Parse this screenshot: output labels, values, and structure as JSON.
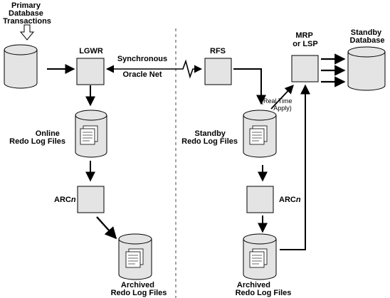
{
  "labels": {
    "primary_transactions": [
      "Primary",
      "Database",
      "Transactions"
    ],
    "lgwr": "LGWR",
    "synchronous": "Synchronous",
    "oracle_net": "Oracle Net",
    "rfs": "RFS",
    "mrp_lsp": [
      "MRP",
      "or LSP"
    ],
    "standby_database": [
      "Standby",
      "Database"
    ],
    "online_redo": [
      "Online",
      "Redo Log Files"
    ],
    "standby_redo": [
      "Standby",
      "Redo Log Files"
    ],
    "real_time_apply": [
      "(Real Time",
      "Apply)"
    ],
    "arcn_prefix": "ARC",
    "arcn_suffix": "n",
    "archived_redo": [
      "Archived",
      "Redo Log Files"
    ]
  },
  "colors": {
    "shape_fill": "#e4e4e4",
    "page_fill": "#ffffff",
    "stroke": "#000000",
    "divider": "#8a8a8a"
  },
  "icons": {
    "database": "database-cylinder-icon",
    "process": "process-box-icon",
    "log_files": "log-files-cylinder-icon",
    "network": "lightning-bolt-icon"
  }
}
